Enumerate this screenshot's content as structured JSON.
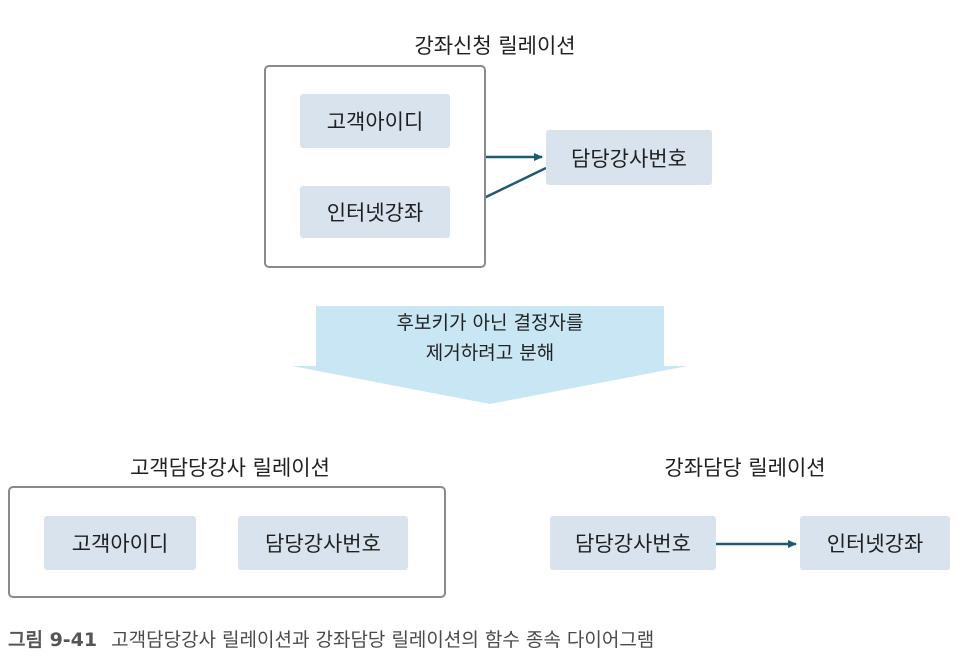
{
  "top": {
    "title": "강좌신청 릴레이션",
    "attrs": [
      "고객아이디",
      "인터넷강좌"
    ],
    "external": "담당강사번호"
  },
  "banner": {
    "line1": "후보키가 아닌 결정자를",
    "line2": "제거하려고 분해",
    "color": "#c9e6f4"
  },
  "left": {
    "title": "고객담당강사 릴레이션",
    "attrs": [
      "고객아이디",
      "담당강사번호"
    ]
  },
  "right": {
    "title": "강좌담당 릴레이션",
    "from": "담당강사번호",
    "to": "인터넷강좌"
  },
  "caption": {
    "number": "그림 9-41",
    "text": "고객담당강사 릴레이션과 강좌담당 릴레이션의 함수 종속 다이어그램"
  },
  "colors": {
    "attr_fill": "#d8e3ed",
    "arrow": "#1f5a72",
    "frame": "#8a8a8a"
  }
}
